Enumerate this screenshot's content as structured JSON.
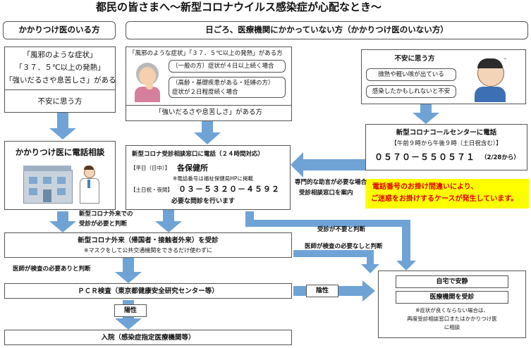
{
  "title": "都民の皆さまへ〜新型コロナウイルス感染症が心配なとき〜",
  "left_header": "かかりつけ医のいる方",
  "right_header": "日ごろ、医療機関にかかっていない方（かかりつけ医のいない方）",
  "left_symptoms": {
    "line1": "「風邪のような症状」",
    "line2": "「３７．５℃以上の発熱」",
    "line3": "「強いだるさや息苦しさ」がある"
  },
  "left_anxious": "不安に思う方",
  "left_call": "かかりつけ医に電話相談",
  "middle_symptoms": {
    "head": "「風邪のような症状」「３７．５℃以上の発熱」がある方",
    "case1": "（一般の方）症状が４日以上続く場合",
    "case2a": "（高齢・基礎疾患がある・妊婦の方）",
    "case2b": "症状が２日程度続く場合",
    "foot": "「強いだるさや息苦しさ」がある方"
  },
  "right_anxious": {
    "head": "不安に思う方",
    "item1": "微熱や軽い咳が出ている",
    "item2": "感染したかもしれないと不安"
  },
  "call_center": {
    "title": "新型コロナコールセンターに電話",
    "hours": "【午前９時から午後９時（土日祝含む）】",
    "number": "０５７０－５５０５７１",
    "from": "（2/28から）"
  },
  "warning": {
    "line1": "電話番号のお掛け間違いにより、",
    "line2": "ご迷惑をお掛けするケースが発生しています。"
  },
  "consult": {
    "title": "新型コロナ受診相談窓口に電話（２４時間対応）",
    "weekday_label": "【平日（日中）】",
    "weekday_value": "各保健所",
    "note": "※電話番号は福祉保健局HPに掲載",
    "holiday_label": "【土日祝・夜間】",
    "holiday_value": "０３－５３２０－４５９２",
    "foot": "必要な問診を行います"
  },
  "guide_to_consult": {
    "line1": "専門的な助言が必要な場合",
    "line2": "受診相談窓口を案内"
  },
  "need_visit": {
    "line1": "新型コロナ外来での",
    "line2": "受診が必要と判断"
  },
  "outpatient": {
    "title": "新型コロナ外来（帰国者・接触者外来）を受診",
    "note": "※マスクをして公共交通機関をできるだけ使わずに"
  },
  "no_visit_needed": "受診が不要と判断",
  "no_test_needed": "医師が検査の必要なしと判断",
  "test_needed": "医師が検査の必要ありと判断",
  "pcr": "ＰＣＲ検査（東京都健康安全研究センター等）",
  "negative": "陰性",
  "positive": "陽性",
  "hospital": "入院（感染症指定医療機関等）",
  "home": {
    "rest": "自宅で安静",
    "visit": "医療機関を受診",
    "note1": "※症状が良くならない場合は、",
    "note2": "再度受診相談窓口またはかかりつけ医",
    "note3": "に相談"
  },
  "colors": {
    "arrow": "#6fa3d6",
    "warning_text": "#e00000",
    "warning_bg": "#ffff00"
  }
}
